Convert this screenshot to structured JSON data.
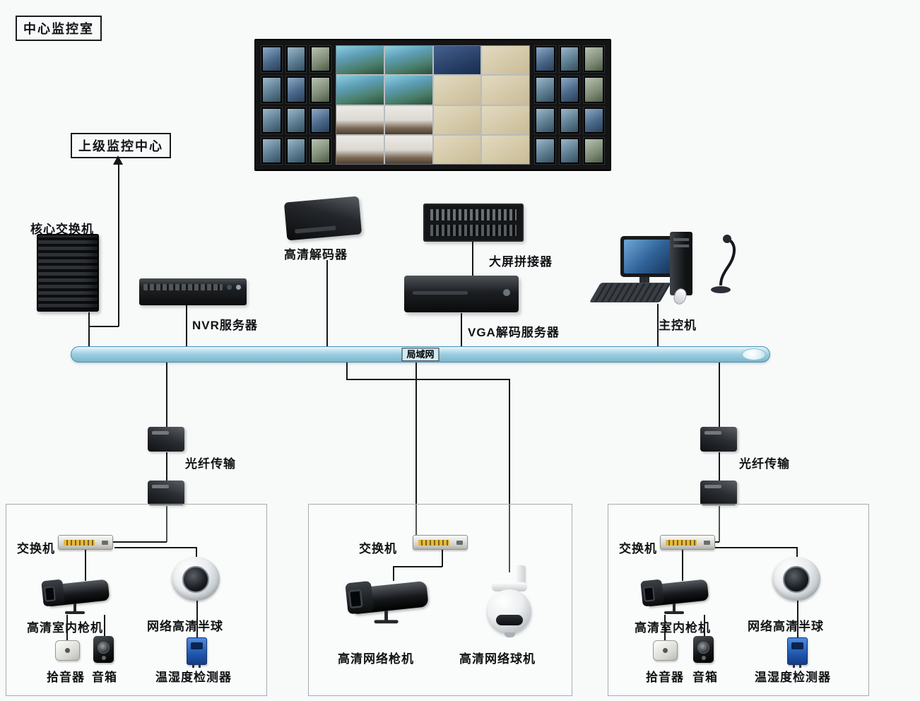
{
  "labels": {
    "room": "中心监控室",
    "upper_center": "上级监控中心",
    "core_switch": "核心交换机",
    "nvr": "NVR服务器",
    "hd_decoder": "高清解码器",
    "splicer": "大屏拼接器",
    "vga_server": "VGA解码服务器",
    "main_console": "主控机",
    "lan": "局域网",
    "fiber_left": "光纤传输",
    "fiber_right": "光纤传输"
  },
  "zones": {
    "left": {
      "switch": "交换机",
      "bullet": "高清室内枪机",
      "dome": "网络高清半球",
      "pickup": "拾音器",
      "speaker": "音箱",
      "sensor": "温湿度检测器"
    },
    "middle": {
      "switch": "交换机",
      "bullet": "高清网络枪机",
      "ptz": "高清网络球机"
    },
    "right": {
      "switch": "交换机",
      "bullet": "高清室内枪机",
      "dome": "网络高清半球",
      "pickup": "拾音器",
      "speaker": "音箱",
      "sensor": "温湿度检测器"
    }
  },
  "video_wall": {
    "side_rows": 4,
    "side_cols": 3,
    "center_pattern": [
      "city",
      "city",
      "mapdark",
      "map",
      "city",
      "city",
      "map",
      "map",
      "temple",
      "temple",
      "map",
      "map",
      "temple",
      "temple",
      "map",
      "map"
    ]
  },
  "colors": {
    "background": "#f8fafa",
    "line": "#15181a",
    "bus_fill": "#9fd0e2",
    "bus_border": "#4a8fb5",
    "zone_border": "#a5adad",
    "sensor_blue": "#2157ae",
    "switch_port_yellow": "#e7b93c"
  }
}
